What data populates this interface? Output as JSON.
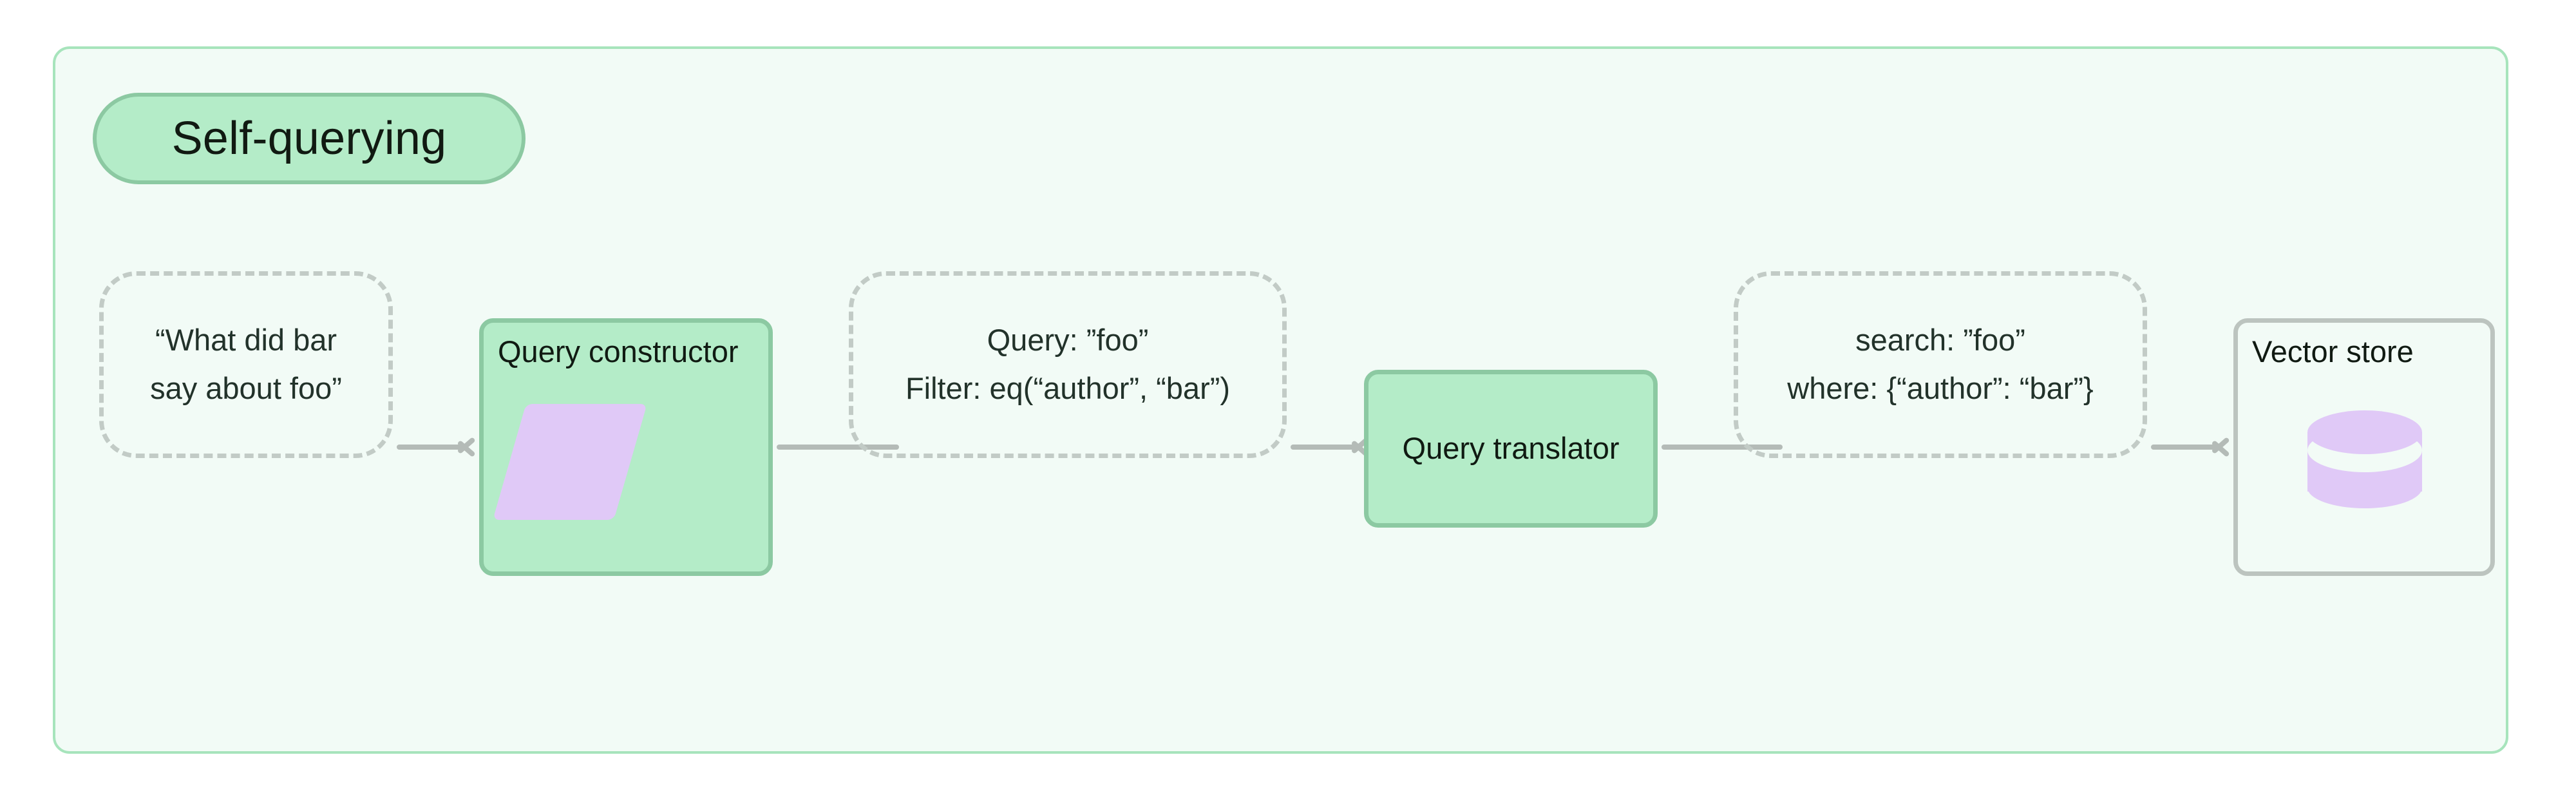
{
  "diagram": {
    "group_title": "Self-querying",
    "accent_green_fill": "#b4ecc8",
    "accent_green_border": "#8cc9a2",
    "accent_purple": "#e0c9f7",
    "frame_background": "#f2fbf6",
    "frame_border": "#a7e4bc",
    "connector_color": "#b4bbb7",
    "dashed_border_color": "#c2cbc6",
    "outline_border_color": "#bcc4bf"
  },
  "nodes": {
    "user_question": {
      "kind": "dashed",
      "line1": "“What did bar",
      "line2": "say about foo”"
    },
    "query_constructor": {
      "kind": "solid",
      "title": "Query constructor",
      "icon": "parallelogram-icon"
    },
    "structured_query": {
      "kind": "dashed",
      "line1": "Query: ”foo”",
      "line2": "Filter: eq(“author”, “bar”)"
    },
    "query_translator": {
      "kind": "solid",
      "title": "Query translator"
    },
    "translated_query": {
      "kind": "dashed",
      "line1": "search: ”foo”",
      "line2": "where: {“author”: “bar”}"
    },
    "vector_store": {
      "kind": "outline",
      "title": "Vector store",
      "icon": "database-cylinder-icon"
    }
  },
  "connectors": [
    {
      "from": "user_question",
      "to": "query_constructor",
      "arrowhead": true
    },
    {
      "from": "query_constructor",
      "to": "structured_query",
      "arrowhead": false
    },
    {
      "from": "structured_query",
      "to": "query_translator",
      "arrowhead": true
    },
    {
      "from": "query_translator",
      "to": "translated_query",
      "arrowhead": false
    },
    {
      "from": "translated_query",
      "to": "vector_store",
      "arrowhead": true
    }
  ]
}
